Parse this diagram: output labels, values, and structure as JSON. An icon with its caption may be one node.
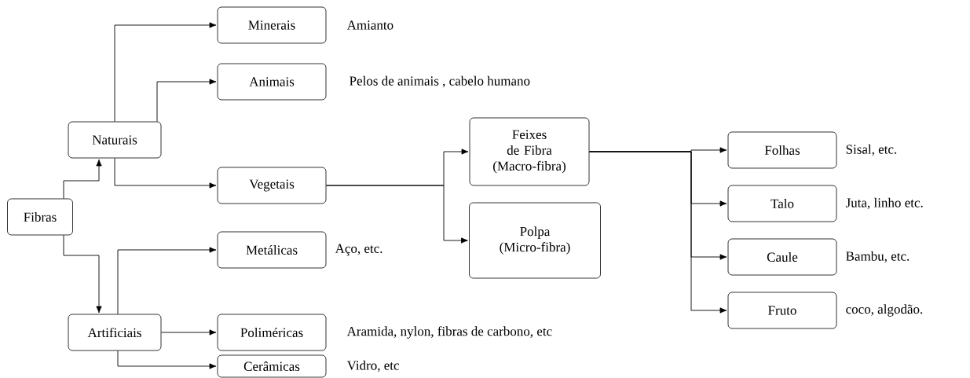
{
  "diagram": {
    "nodes": [
      {
        "text": [
          "Fibras"
        ]
      },
      {
        "text": [
          "Naturais"
        ]
      },
      {
        "text": [
          "Artificiais"
        ]
      },
      {
        "text": [
          "Minerais"
        ],
        "beside": [
          "Amianto"
        ]
      },
      {
        "text": [
          "Animais"
        ],
        "beside": [
          "Pelos de animais , cabelo humano"
        ]
      },
      {
        "text": [
          "Vegetais"
        ]
      },
      {
        "text": [
          "Metálicas"
        ],
        "beside": [
          "Aço, etc."
        ]
      },
      {
        "text": [
          "Poliméricas"
        ],
        "beside": [
          "Aramida, nylon, fibras de carbono, etc"
        ]
      },
      {
        "text": [
          "Cerâmicas"
        ],
        "beside": [
          "Vidro, etc"
        ]
      },
      {
        "text": [
          "Feixes de Fibra (Macro-fibra)"
        ]
      },
      {
        "text": [
          "Polpa (Micro-fibra)"
        ]
      },
      {
        "text": [
          "Folhas"
        ],
        "beside": [
          "Sisal, etc."
        ]
      },
      {
        "text": [
          "Talo"
        ],
        "beside": [
          "Juta, linho etc."
        ]
      },
      {
        "text": [
          "Caule"
        ],
        "beside": [
          "Bambu, etc."
        ]
      },
      {
        "text": [
          "Fruto"
        ],
        "beside": [
          "coco, algodão."
        ]
      }
    ],
    "edges": [
      {
        "from": 0,
        "to": 1,
        "arrow": "to"
      },
      {
        "from": 0,
        "to": 2,
        "arrow": "to"
      },
      {
        "from": 1,
        "to": 3,
        "arrow": "to"
      },
      {
        "from": 1,
        "to": 4,
        "arrow": "to"
      },
      {
        "from": 1,
        "to": 5,
        "arrow": "to"
      },
      {
        "from": 2,
        "to": 6,
        "arrow": "to"
      },
      {
        "from": 2,
        "to": 7,
        "arrow": "to"
      },
      {
        "from": 2,
        "to": 8,
        "arrow": "to"
      },
      {
        "from": 5,
        "to": 9,
        "arrow": "to"
      },
      {
        "from": 5,
        "to": 10,
        "arrow": "to"
      },
      {
        "from": 9,
        "to": 11,
        "arrow": "to"
      },
      {
        "from": 9,
        "to": 12,
        "arrow": "to"
      },
      {
        "from": 9,
        "to": 13,
        "arrow": "to"
      },
      {
        "from": 9,
        "to": 14,
        "arrow": "to"
      }
    ]
  }
}
